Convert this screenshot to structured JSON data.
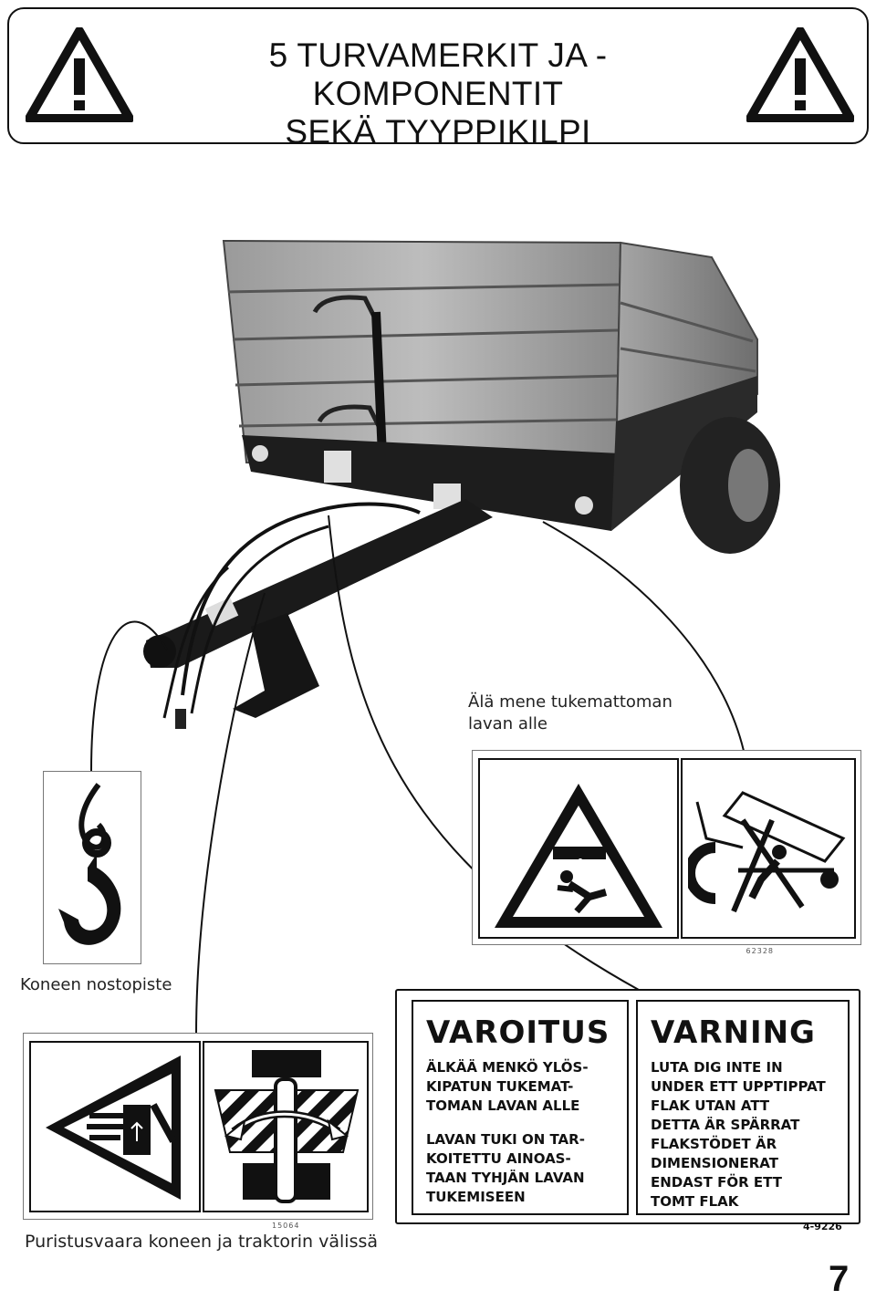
{
  "header": {
    "title_line1": "5 TURVAMERKIT JA -KOMPONENTIT",
    "title_line2": "SEKÄ TYYPPIKILPI"
  },
  "labels": {
    "support_line1": "Älä mene tukemattoman",
    "support_line2": "lavan alle",
    "lifting_point": "Koneen nostopiste",
    "crush_hazard": "Puristusvaara koneen ja traktorin välissä"
  },
  "sign_codes": {
    "support_sign": "62328",
    "crush_sign": "15064",
    "warning_sign": "4-9226"
  },
  "warning_fi": {
    "heading": "VAROITUS",
    "lines1": [
      "ÄLKÄÄ MENKÖ YLÖS-",
      "KIPATUN TUKEMAT-",
      "TOMAN LAVAN ALLE"
    ],
    "lines2": [
      "LAVAN TUKI ON TAR-",
      "KOITETTU AINOAS-",
      "TAAN TYHJÄN LAVAN",
      "TUKEMISEEN"
    ]
  },
  "warning_sv": {
    "heading": "VARNING",
    "lines": [
      "LUTA DIG INTE IN",
      "UNDER ETT UPPTIPPAT",
      "FLAK UTAN ATT",
      "DETTA ÄR SPÄRRAT",
      "FLAKSTÖDET ÄR",
      "DIMENSIONERAT",
      "ENDAST FÖR ETT",
      "TOMT FLAK"
    ]
  },
  "page": {
    "number": "7"
  }
}
